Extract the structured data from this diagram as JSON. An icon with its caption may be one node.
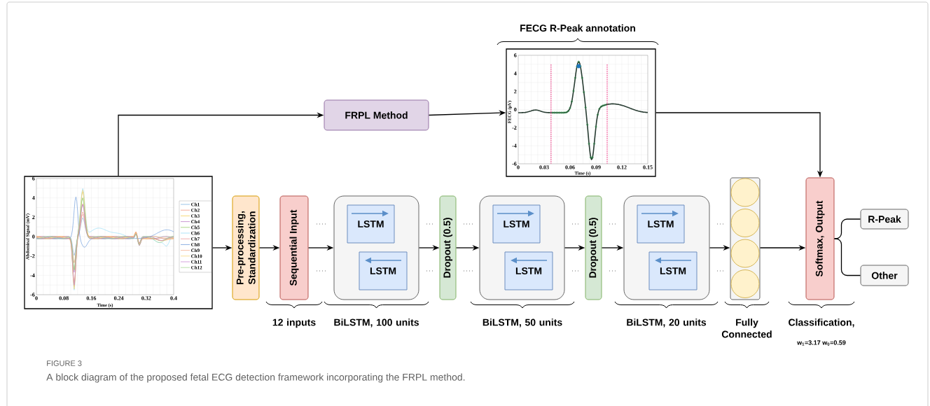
{
  "diagram": {
    "caption": "A block diagram of the proposed fetal ECG detection framework incorporating the FRPL method.",
    "nodes": [
      {
        "text": [],
        "shape": "picture"
      },
      {
        "text": [
          "FRPL Method"
        ]
      },
      {
        "text": [],
        "shape": "picture",
        "beside": [
          "FECG R-Peak annotation"
        ]
      },
      {
        "text": [
          "Pre-processing, Standardization"
        ]
      },
      {
        "text": [
          "Sequential Input"
        ],
        "beside": [
          "12 inputs"
        ]
      },
      {
        "text": [],
        "shape": "box",
        "beside": [
          "BiLSTM, 100 units"
        ]
      },
      {
        "text": [
          "LSTM"
        ],
        "in": 5
      },
      {
        "text": [
          "LSTM"
        ],
        "in": 5
      },
      {
        "text": [
          "Dropout (0.5)"
        ]
      },
      {
        "text": [],
        "shape": "box",
        "beside": [
          "BiLSTM, 50 units"
        ]
      },
      {
        "text": [
          "LSTM"
        ],
        "in": 9
      },
      {
        "text": [
          "LSTM"
        ],
        "in": 9
      },
      {
        "text": [
          "Dropout (0.5)"
        ]
      },
      {
        "text": [],
        "shape": "box",
        "beside": [
          "BiLSTM, 20 units"
        ]
      },
      {
        "text": [
          "LSTM"
        ],
        "in": 13
      },
      {
        "text": [
          "LSTM"
        ],
        "in": 13
      },
      {
        "text": [],
        "shape": "bar",
        "beside": [
          "Fully Connected"
        ]
      },
      {
        "text": [],
        "shape": "circle",
        "in": 16
      },
      {
        "text": [],
        "shape": "circle",
        "in": 16
      },
      {
        "text": [],
        "shape": "circle",
        "in": 16
      },
      {
        "text": [],
        "shape": "circle",
        "in": 16
      },
      {
        "text": [
          "Softmax, Output"
        ],
        "beside": [
          "Classification,",
          "w$_{1}$=3.17 w$_{0}$=0.59"
        ]
      },
      {
        "text": [
          "R-Peak"
        ]
      },
      {
        "text": [
          "Other"
        ]
      }
    ],
    "edges": [
      {
        "from": 0,
        "to": 1,
        "arrow": "to"
      },
      {
        "from": 1,
        "to": 2,
        "arrow": "to"
      },
      {
        "from": 2,
        "to": 21,
        "arrow": "to"
      },
      {
        "from": 0,
        "to": 3,
        "arrow": "to"
      },
      {
        "from": 3,
        "to": 4,
        "arrow": "to"
      },
      {
        "from": 4,
        "to": 5,
        "arrow": "to"
      },
      {
        "from": 5,
        "to": 8,
        "arrow": "to"
      },
      {
        "from": 8,
        "to": 9,
        "arrow": "to"
      },
      {
        "from": 9,
        "to": 12,
        "arrow": "to"
      },
      {
        "from": 12,
        "to": 13,
        "arrow": "to"
      },
      {
        "from": 13,
        "to": 16,
        "arrow": "to"
      },
      {
        "from": 16,
        "to": 21,
        "arrow": "to"
      },
      {
        "from": 21,
        "to": 22,
        "arrow": "none"
      },
      {
        "from": 21,
        "to": 23,
        "arrow": "none"
      }
    ],
    "labels": [
      "6",
      "4",
      "2",
      "0",
      "-2",
      "-4",
      "-6",
      "0",
      "0.08",
      "0.16",
      "0.24",
      "0.32",
      "0.4",
      "Abdominal Signal (mV)",
      "Time (s)",
      "6",
      "4",
      "2",
      "0",
      "-2",
      "-4",
      "-6",
      "0",
      "0.03",
      "0.06",
      "0.09",
      "0.12",
      "0.15",
      "FECG (μV)",
      "Time (s)",
      "FIGURE 3"
    ],
    "legend": [
      {
        "text": "Ch1"
      },
      {
        "text": "Ch2"
      },
      {
        "text": "Ch3"
      },
      {
        "text": "Ch4"
      },
      {
        "text": "Ch5"
      },
      {
        "text": "Ch6"
      },
      {
        "text": "Ch7"
      },
      {
        "text": "Ch8"
      },
      {
        "text": "Ch9"
      },
      {
        "text": "Ch10"
      },
      {
        "text": "Ch11"
      },
      {
        "text": "Ch12"
      }
    ]
  }
}
